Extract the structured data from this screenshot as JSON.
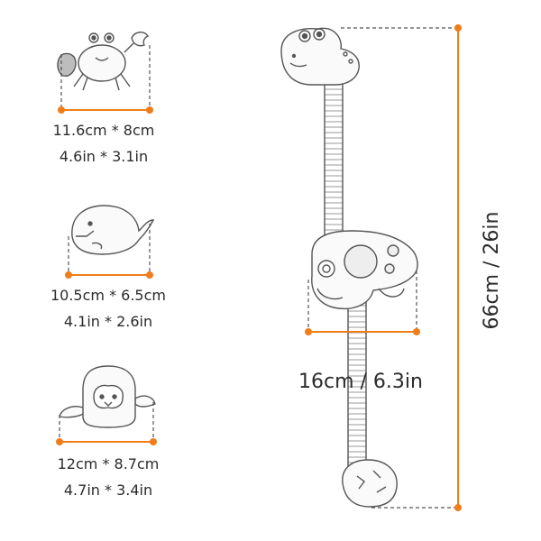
{
  "colors": {
    "accent": "#f07d1a",
    "outline": "#555555",
    "text": "#2b2b2b"
  },
  "toys": [
    {
      "name": "crab",
      "cm": "11.6cm * 8cm",
      "inch": "4.6in * 3.1in"
    },
    {
      "name": "whale",
      "cm": "10.5cm * 6.5cm",
      "inch": "4.1in * 2.6in"
    },
    {
      "name": "penguin",
      "cm": "12cm * 8.7cm",
      "inch": "4.7in * 3.4in"
    }
  ],
  "shower": {
    "width": "16cm / 6.3in",
    "height": "66cm / 26in"
  }
}
